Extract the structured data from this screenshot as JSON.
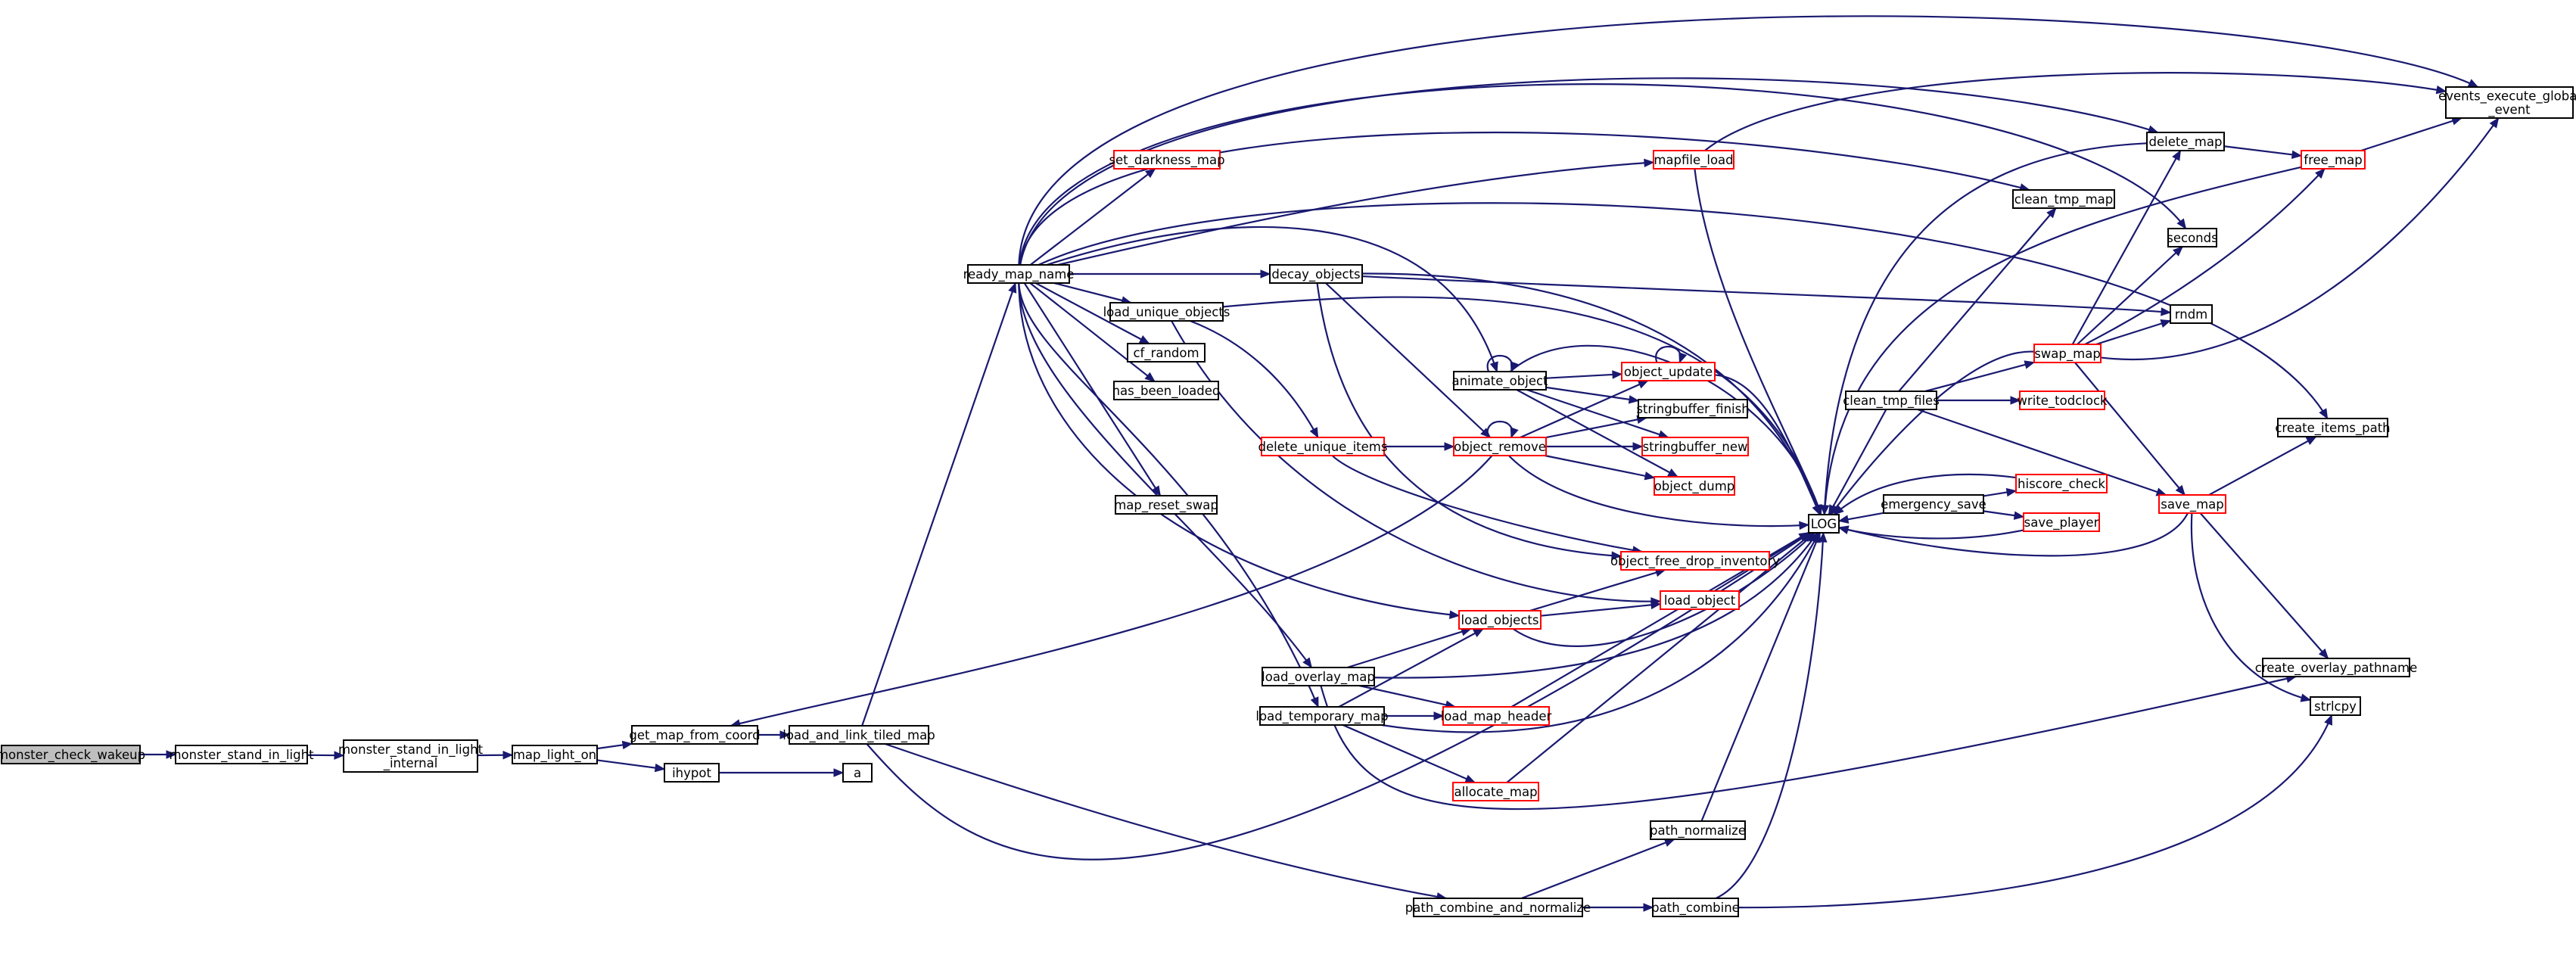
{
  "graph": {
    "title": "",
    "node_colors": {
      "root_fill": "#bfbfbf",
      "normal_border": "#000000",
      "truncated_border": "#ff0000",
      "edge": "#191970"
    },
    "nodes": [
      {
        "id": "monster_check_wakeup",
        "lines": [
          "monster_check_wakeup"
        ],
        "style": "root"
      },
      {
        "id": "monster_stand_in_light",
        "lines": [
          "monster_stand_in_light"
        ],
        "style": "normal"
      },
      {
        "id": "monster_stand_in_light_internal",
        "lines": [
          "monster_stand_in_light",
          "_internal"
        ],
        "style": "normal"
      },
      {
        "id": "map_light_on",
        "lines": [
          "map_light_on"
        ],
        "style": "normal"
      },
      {
        "id": "get_map_from_coord",
        "lines": [
          "get_map_from_coord"
        ],
        "style": "normal"
      },
      {
        "id": "ihypot",
        "lines": [
          "ihypot"
        ],
        "style": "normal"
      },
      {
        "id": "load_and_link_tiled_map",
        "lines": [
          "load_and_link_tiled_map"
        ],
        "style": "normal"
      },
      {
        "id": "a",
        "lines": [
          "a"
        ],
        "style": "normal"
      },
      {
        "id": "ready_map_name",
        "lines": [
          "ready_map_name"
        ],
        "style": "normal"
      },
      {
        "id": "set_darkness_map",
        "lines": [
          "set_darkness_map"
        ],
        "style": "truncated"
      },
      {
        "id": "load_unique_objects",
        "lines": [
          "load_unique_objects"
        ],
        "style": "normal"
      },
      {
        "id": "cf_random",
        "lines": [
          "cf_random"
        ],
        "style": "normal"
      },
      {
        "id": "has_been_loaded",
        "lines": [
          "has_been_loaded"
        ],
        "style": "normal"
      },
      {
        "id": "map_reset_swap",
        "lines": [
          "map_reset_swap"
        ],
        "style": "normal"
      },
      {
        "id": "decay_objects",
        "lines": [
          "decay_objects"
        ],
        "style": "normal"
      },
      {
        "id": "delete_unique_items",
        "lines": [
          "delete_unique_items"
        ],
        "style": "truncated"
      },
      {
        "id": "mapfile_load",
        "lines": [
          "mapfile_load"
        ],
        "style": "truncated"
      },
      {
        "id": "animate_object",
        "lines": [
          "animate_object"
        ],
        "style": "normal"
      },
      {
        "id": "object_remove",
        "lines": [
          "object_remove"
        ],
        "style": "truncated"
      },
      {
        "id": "object_update",
        "lines": [
          "object_update"
        ],
        "style": "truncated"
      },
      {
        "id": "stringbuffer_finish",
        "lines": [
          "stringbuffer_finish"
        ],
        "style": "normal"
      },
      {
        "id": "stringbuffer_new",
        "lines": [
          "stringbuffer_new"
        ],
        "style": "truncated"
      },
      {
        "id": "object_dump",
        "lines": [
          "object_dump"
        ],
        "style": "truncated"
      },
      {
        "id": "object_free_drop_inventory",
        "lines": [
          "object_free_drop_inventory"
        ],
        "style": "truncated"
      },
      {
        "id": "load_objects",
        "lines": [
          "load_objects"
        ],
        "style": "truncated"
      },
      {
        "id": "load_object",
        "lines": [
          "load_object"
        ],
        "style": "truncated"
      },
      {
        "id": "load_overlay_map",
        "lines": [
          "load_overlay_map"
        ],
        "style": "normal"
      },
      {
        "id": "load_temporary_map",
        "lines": [
          "load_temporary_map"
        ],
        "style": "normal"
      },
      {
        "id": "load_map_header",
        "lines": [
          "load_map_header"
        ],
        "style": "truncated"
      },
      {
        "id": "allocate_map",
        "lines": [
          "allocate_map"
        ],
        "style": "truncated"
      },
      {
        "id": "path_normalize",
        "lines": [
          "path_normalize"
        ],
        "style": "normal"
      },
      {
        "id": "path_combine_and_normalize",
        "lines": [
          "path_combine_and_normalize"
        ],
        "style": "normal"
      },
      {
        "id": "path_combine",
        "lines": [
          "path_combine"
        ],
        "style": "normal"
      },
      {
        "id": "LOG",
        "lines": [
          "LOG"
        ],
        "style": "normal"
      },
      {
        "id": "clean_tmp_files",
        "lines": [
          "clean_tmp_files"
        ],
        "style": "normal"
      },
      {
        "id": "emergency_save",
        "lines": [
          "emergency_save"
        ],
        "style": "normal"
      },
      {
        "id": "hiscore_check",
        "lines": [
          "hiscore_check"
        ],
        "style": "truncated"
      },
      {
        "id": "save_player",
        "lines": [
          "save_player"
        ],
        "style": "truncated"
      },
      {
        "id": "write_todclock",
        "lines": [
          "write_todclock"
        ],
        "style": "truncated"
      },
      {
        "id": "swap_map",
        "lines": [
          "swap_map"
        ],
        "style": "truncated"
      },
      {
        "id": "save_map",
        "lines": [
          "save_map"
        ],
        "style": "truncated"
      },
      {
        "id": "clean_tmp_map",
        "lines": [
          "clean_tmp_map"
        ],
        "style": "normal"
      },
      {
        "id": "delete_map",
        "lines": [
          "delete_map"
        ],
        "style": "normal"
      },
      {
        "id": "free_map",
        "lines": [
          "free_map"
        ],
        "style": "truncated"
      },
      {
        "id": "seconds",
        "lines": [
          "seconds"
        ],
        "style": "normal"
      },
      {
        "id": "rndm",
        "lines": [
          "rndm"
        ],
        "style": "normal"
      },
      {
        "id": "create_items_path",
        "lines": [
          "create_items_path"
        ],
        "style": "normal"
      },
      {
        "id": "create_overlay_pathname",
        "lines": [
          "create_overlay_pathname"
        ],
        "style": "normal"
      },
      {
        "id": "strlcpy",
        "lines": [
          "strlcpy"
        ],
        "style": "normal"
      },
      {
        "id": "events_execute_global_event",
        "lines": [
          "events_execute_global",
          "_event"
        ],
        "style": "normal"
      }
    ]
  }
}
